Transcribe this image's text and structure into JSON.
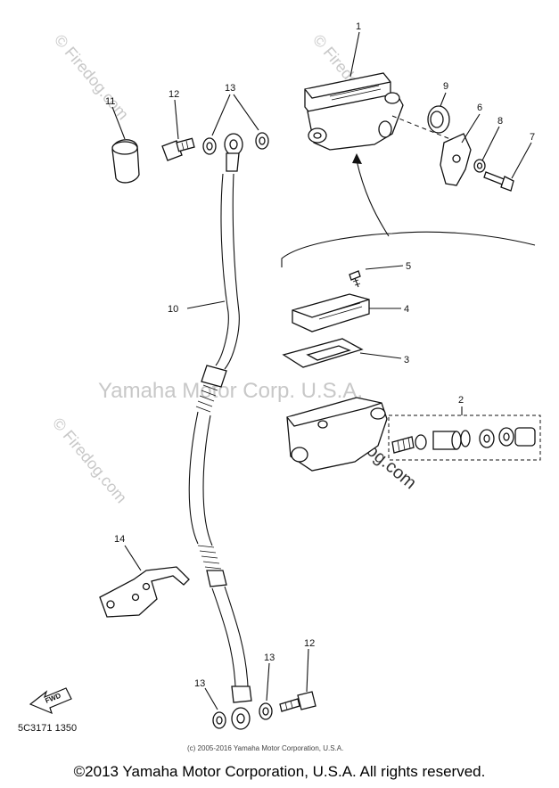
{
  "watermarks": {
    "center": "Yamaha Motor Corp. U.S.A.",
    "firedog_top_left": "© Firedog.com",
    "firedog_top_right": "© Firedog.com",
    "firedog_mid_left": "© Firedog.com",
    "firedog_mid_right": "Firedog.com"
  },
  "callouts": {
    "c1": "1",
    "c2": "2",
    "c3": "3",
    "c4": "4",
    "c5": "5",
    "c6": "6",
    "c7": "7",
    "c8": "8",
    "c9": "9",
    "c10": "10",
    "c11": "11",
    "c12_top": "12",
    "c13_top": "13",
    "c14": "14",
    "c13_bottom_left": "13",
    "c13_bottom_mid": "13",
    "c12_bottom": "12"
  },
  "fwd_label": "FWD",
  "diagram_code": "5C3171 1350",
  "small_copyright": "(c) 2005-2016 Yamaha Motor Corporation, U.S.A.",
  "copyright": "©2013 Yamaha Motor Corporation, U.S.A. All rights reserved."
}
